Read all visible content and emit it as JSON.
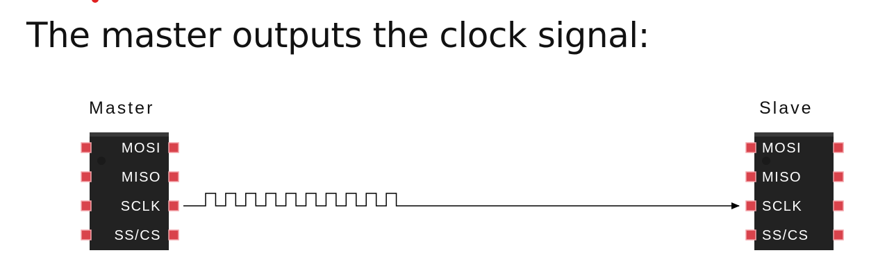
{
  "slide": {
    "title": "The master outputs the clock signal:",
    "accent_color": "#e02020"
  },
  "diagram": {
    "master": {
      "label": "Master",
      "pins": [
        "MOSI",
        "MISO",
        "SCLK",
        "SS/CS"
      ]
    },
    "slave": {
      "label": "Slave",
      "pins": [
        "MOSI",
        "MISO",
        "SCLK",
        "SS/CS"
      ]
    },
    "signal": {
      "from": "master.SCLK",
      "to": "slave.SCLK",
      "waveform": "square",
      "pulses": 10,
      "arrow": true
    },
    "colors": {
      "chip_body": "#222222",
      "pin": "#d9434c",
      "pin_glow": "#f3a4aa",
      "wire": "#000000"
    }
  }
}
